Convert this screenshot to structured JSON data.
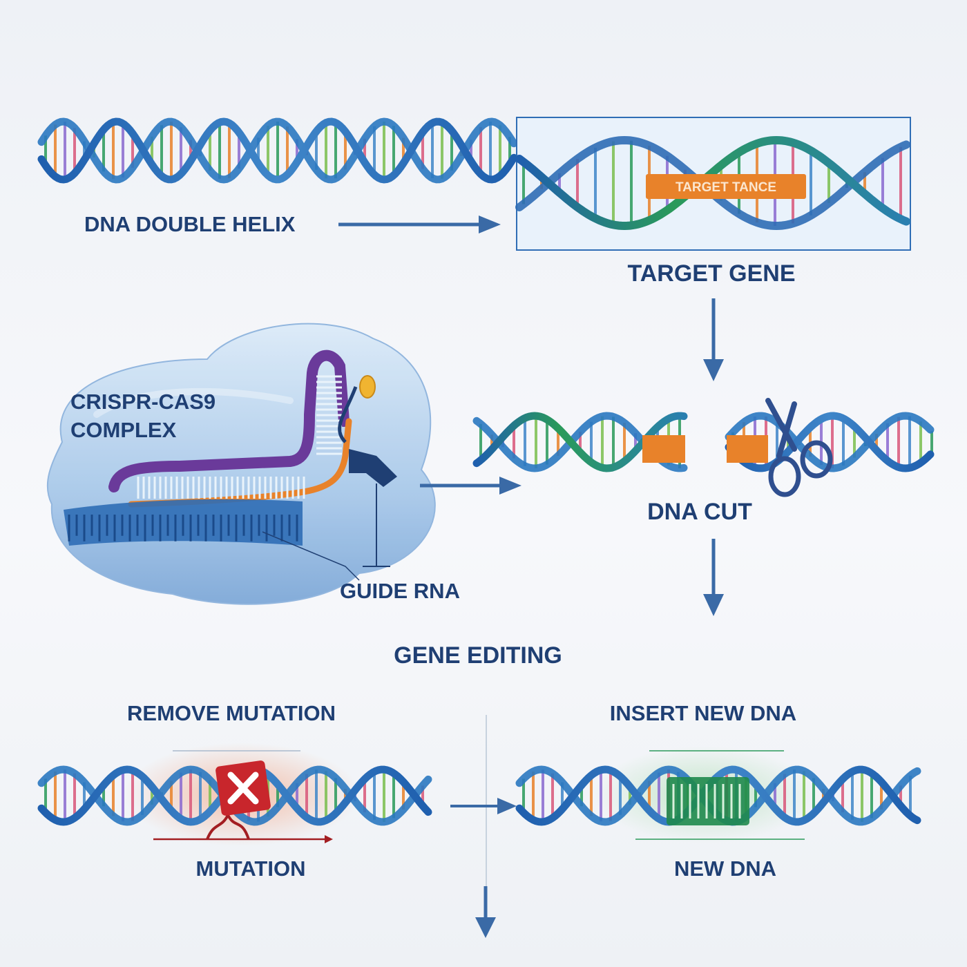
{
  "labels": {
    "dna_double_helix": "DNA DOUBLE HELIX",
    "target_gene": "TARGET GENE",
    "target_tag": "TARGET TANCE",
    "crispr_line1": "CRISPR-CAS9",
    "crispr_line2": "COMPLEX",
    "guide_rna": "GUIDE RNA",
    "dna_cut": "DNA CUT",
    "gene_editing": "GENE EDITING",
    "remove_mutation": "REMOVE MUTATION",
    "insert_new_dna": "INSERT NEW DNA",
    "mutation": "MUTATION",
    "new_dna": "NEW DNA"
  },
  "colors": {
    "strand_blue": "#2f6db5",
    "strand_green": "#2a9a5a",
    "target_orange": "#e8822a",
    "label_navy": "#1f3f73",
    "arrow_blue": "#3a6aa6",
    "mutation_red": "#c8262c",
    "new_dna_green": "#1f8a4c",
    "rna_purple": "#6a3a9a"
  }
}
